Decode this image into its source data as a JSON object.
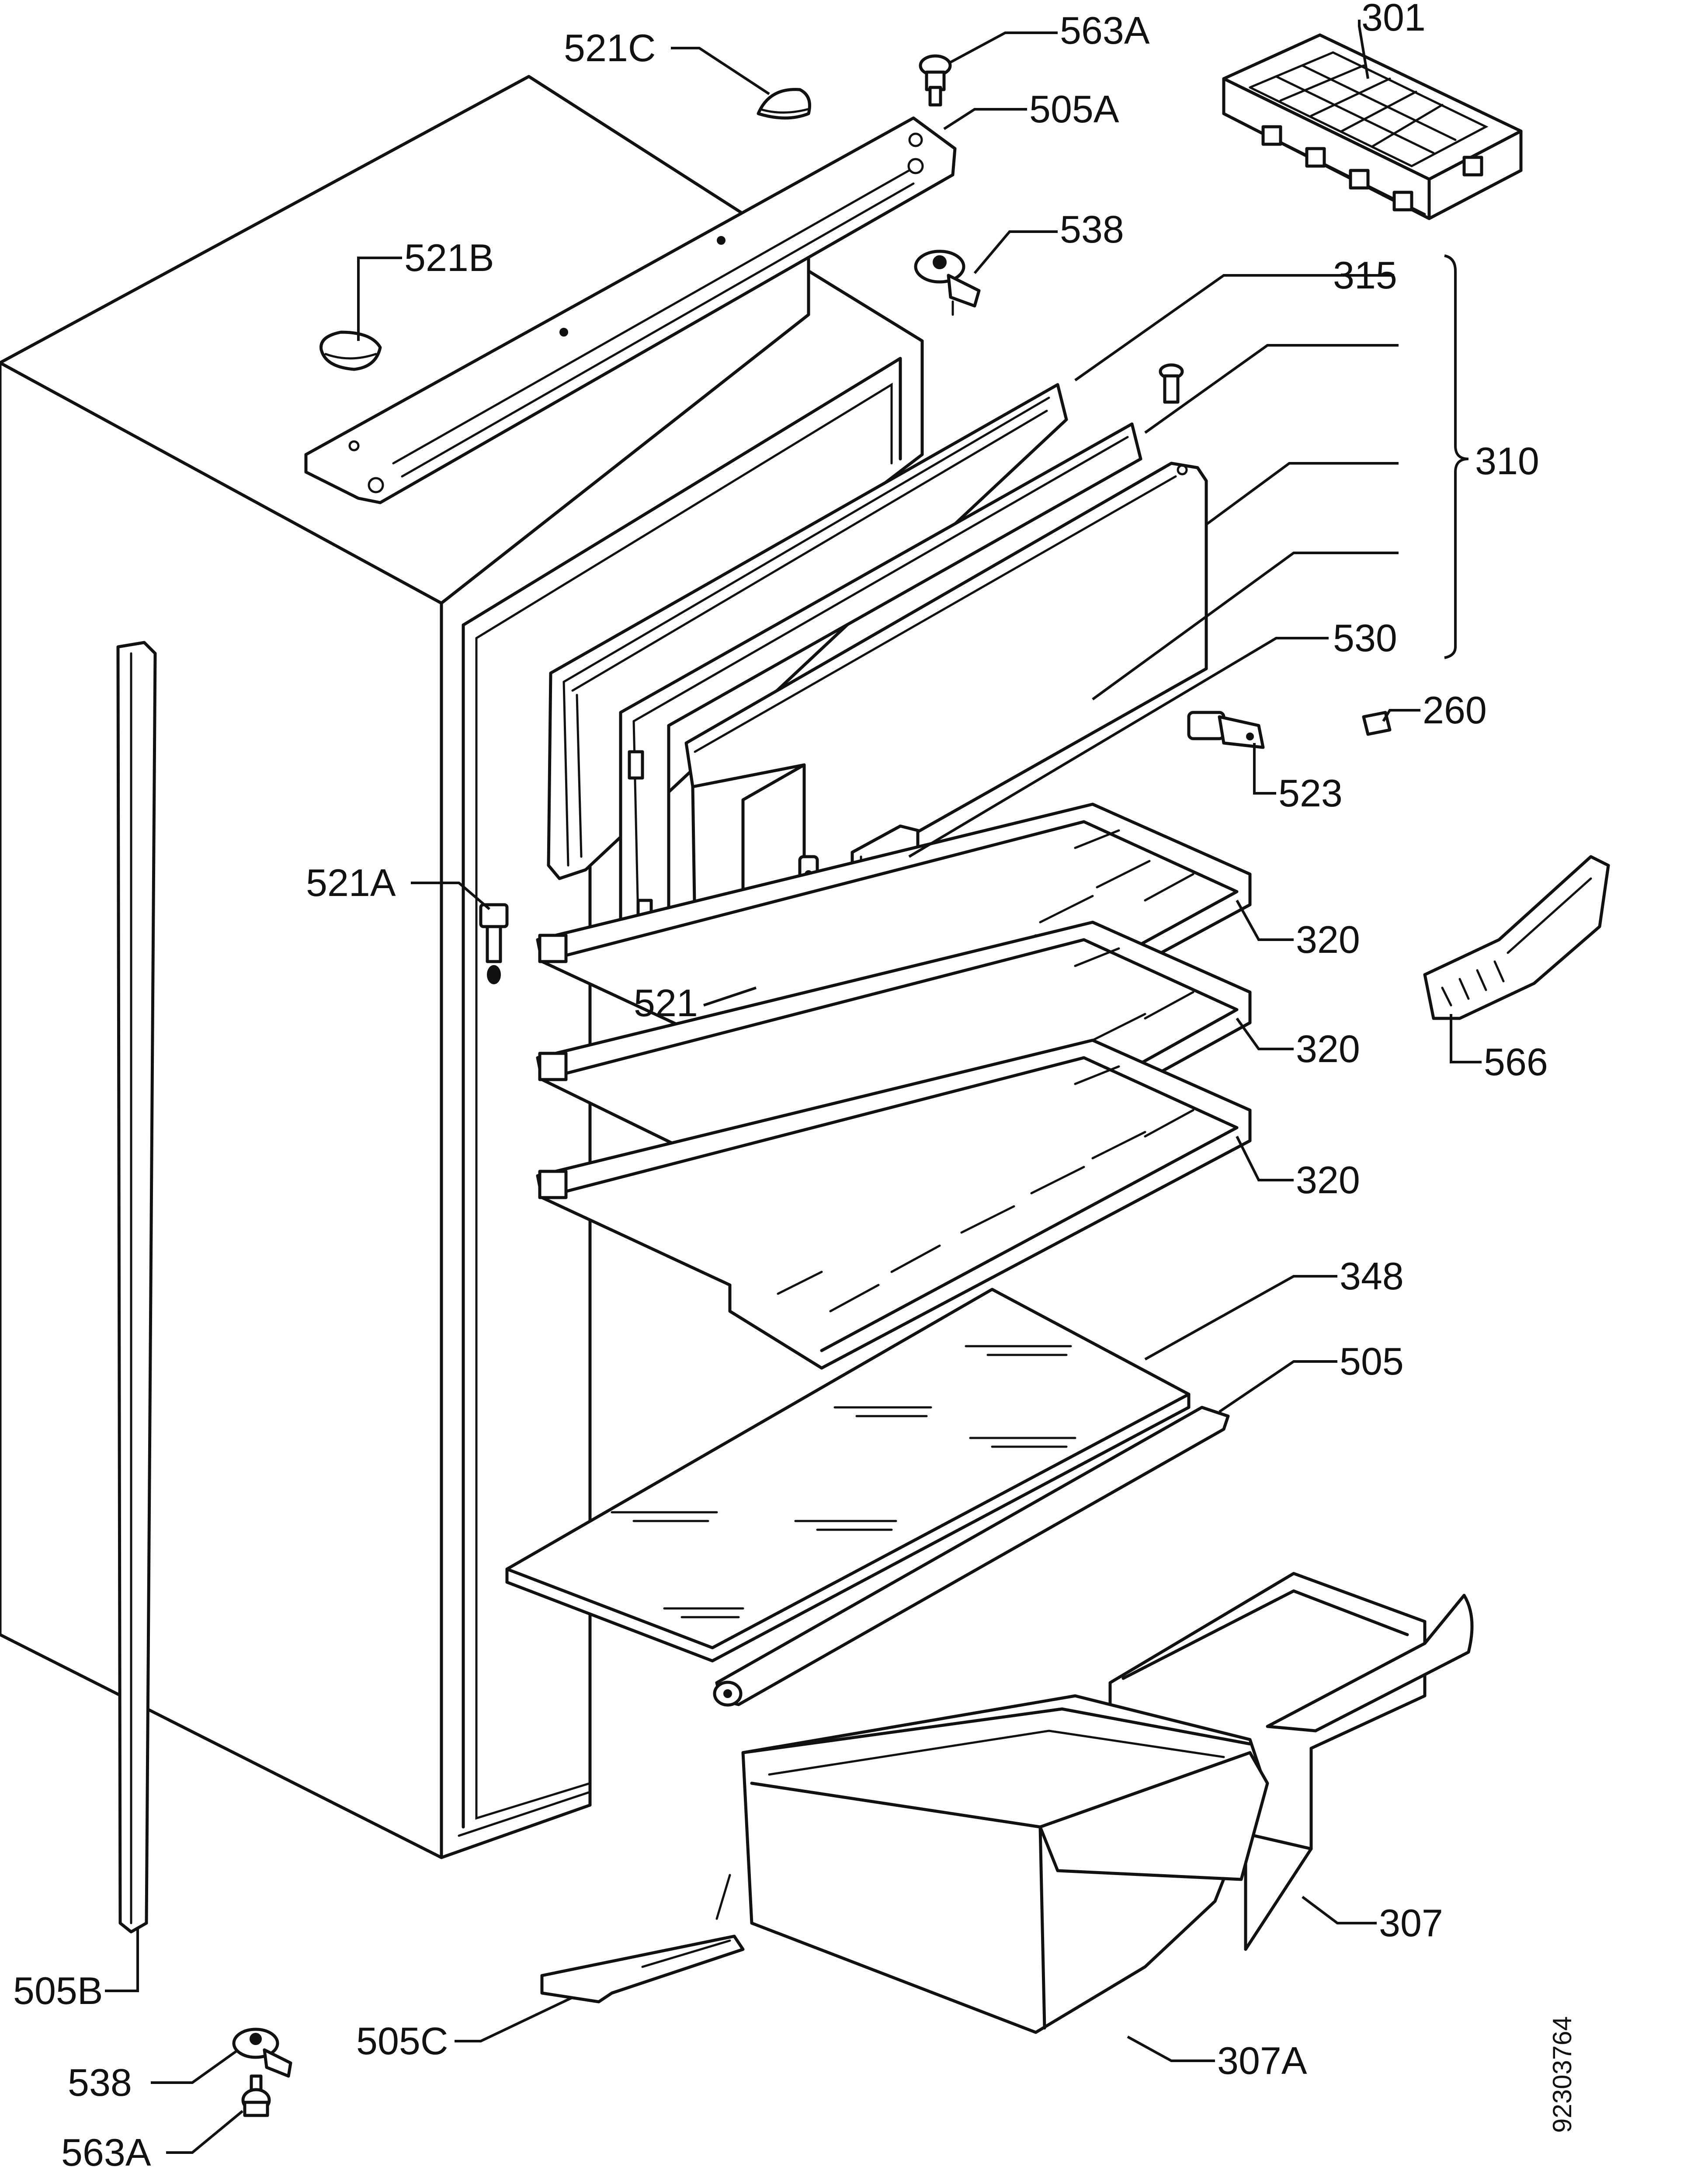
{
  "labels": {
    "l521C": "521C",
    "l563A_top": "563A",
    "l301": "301",
    "l505A": "505A",
    "l521B": "521B",
    "l538_top": "538",
    "l315": "315",
    "l310": "310",
    "l530": "530",
    "l260": "260",
    "l523": "523",
    "l521A": "521A",
    "l320_a": "320",
    "l521": "521",
    "l566": "566",
    "l320_b": "320",
    "l320_c": "320",
    "l348": "348",
    "l505": "505",
    "l307": "307",
    "l505B": "505B",
    "l307A": "307A",
    "l505C": "505C",
    "l538_bottom": "538",
    "l563A_bottom": "563A"
  },
  "drawing_code": "92303764",
  "colors": {
    "ink": "#111111",
    "paper": "#ffffff"
  }
}
